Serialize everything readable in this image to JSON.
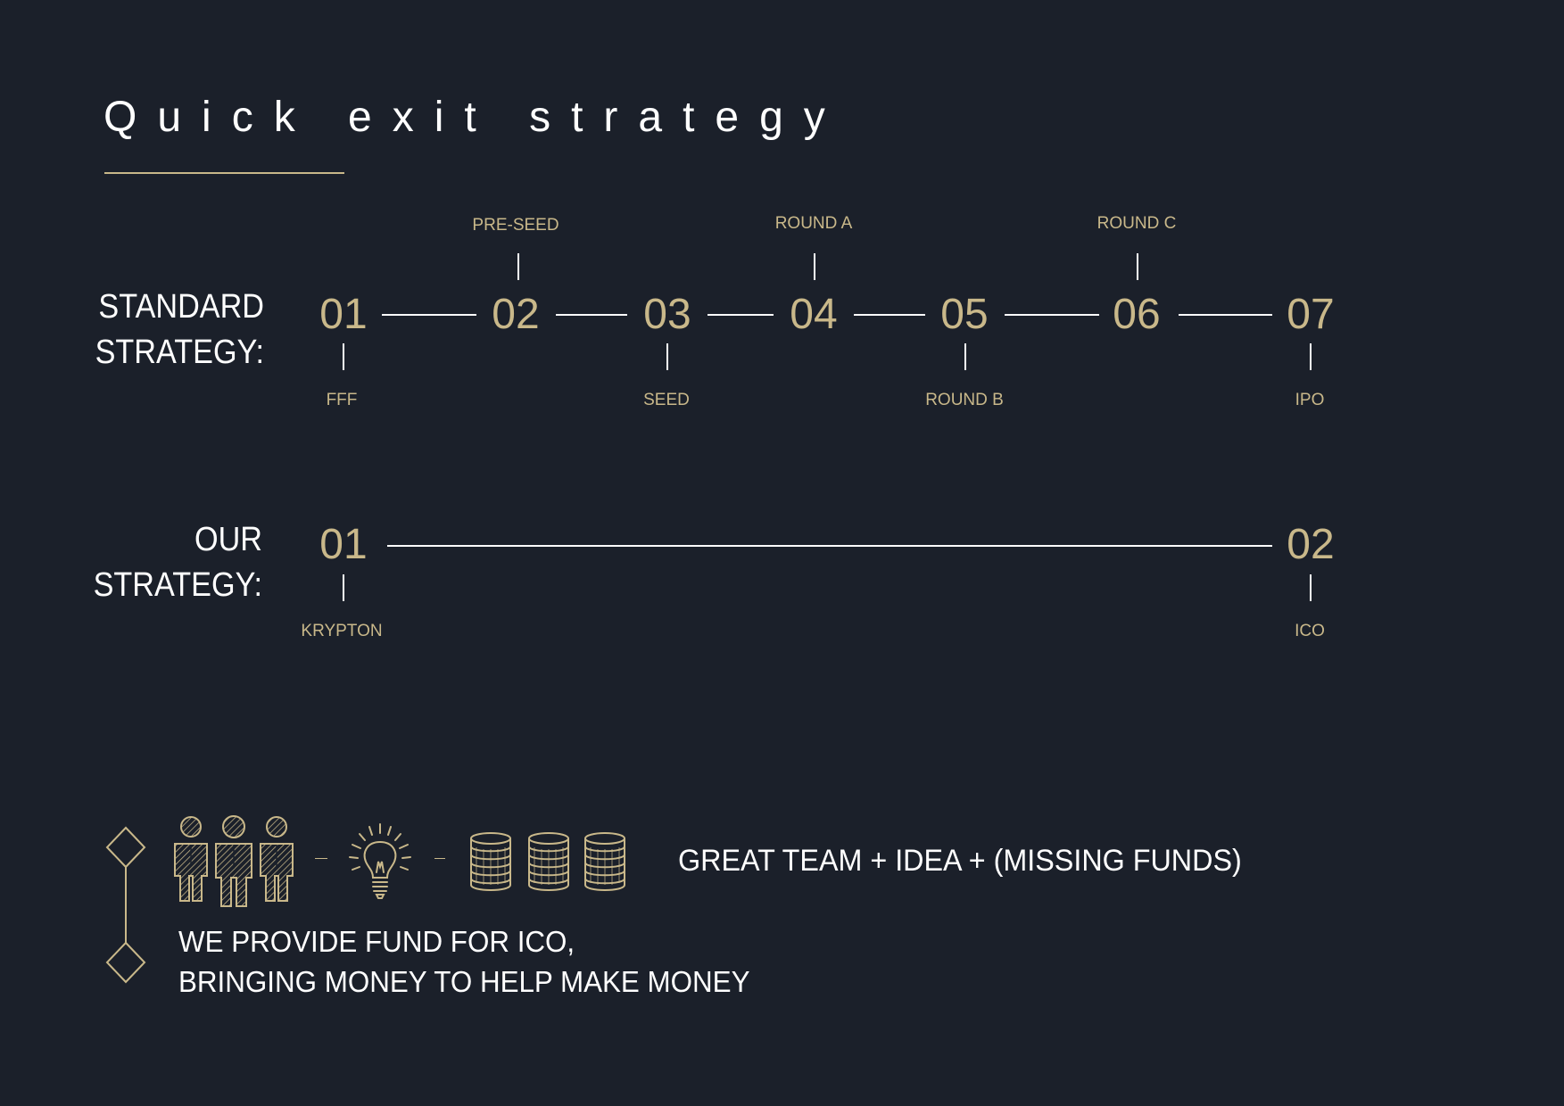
{
  "title": "Quick exit strategy",
  "standard": {
    "label_line1": "STANDARD",
    "label_line2": "STRATEGY:",
    "steps": [
      "01",
      "02",
      "03",
      "04",
      "05",
      "06",
      "07"
    ],
    "stages": {
      "01": "FFF",
      "02": "PRE-SEED",
      "03": "SEED",
      "04": "ROUND A",
      "05": "ROUND B",
      "06": "ROUND C",
      "07": "IPO"
    }
  },
  "ours": {
    "label_line1": "OUR",
    "label_line2": "STRATEGY:",
    "steps": [
      "01",
      "02"
    ],
    "stages": {
      "01": "KRYPTON",
      "02": "ICO"
    }
  },
  "formula": {
    "icons": [
      "team-icon",
      "lightbulb-icon",
      "coin-stacks-icon"
    ],
    "text": "GREAT TEAM + IDEA + (MISSING FUNDS)"
  },
  "mission": {
    "line1": "WE PROVIDE FUND FOR ICO,",
    "line2": "BRINGING MONEY TO HELP MAKE MONEY"
  },
  "colors": {
    "background": "#1b202a",
    "accent": "#c9b88a",
    "text": "#ffffff"
  }
}
